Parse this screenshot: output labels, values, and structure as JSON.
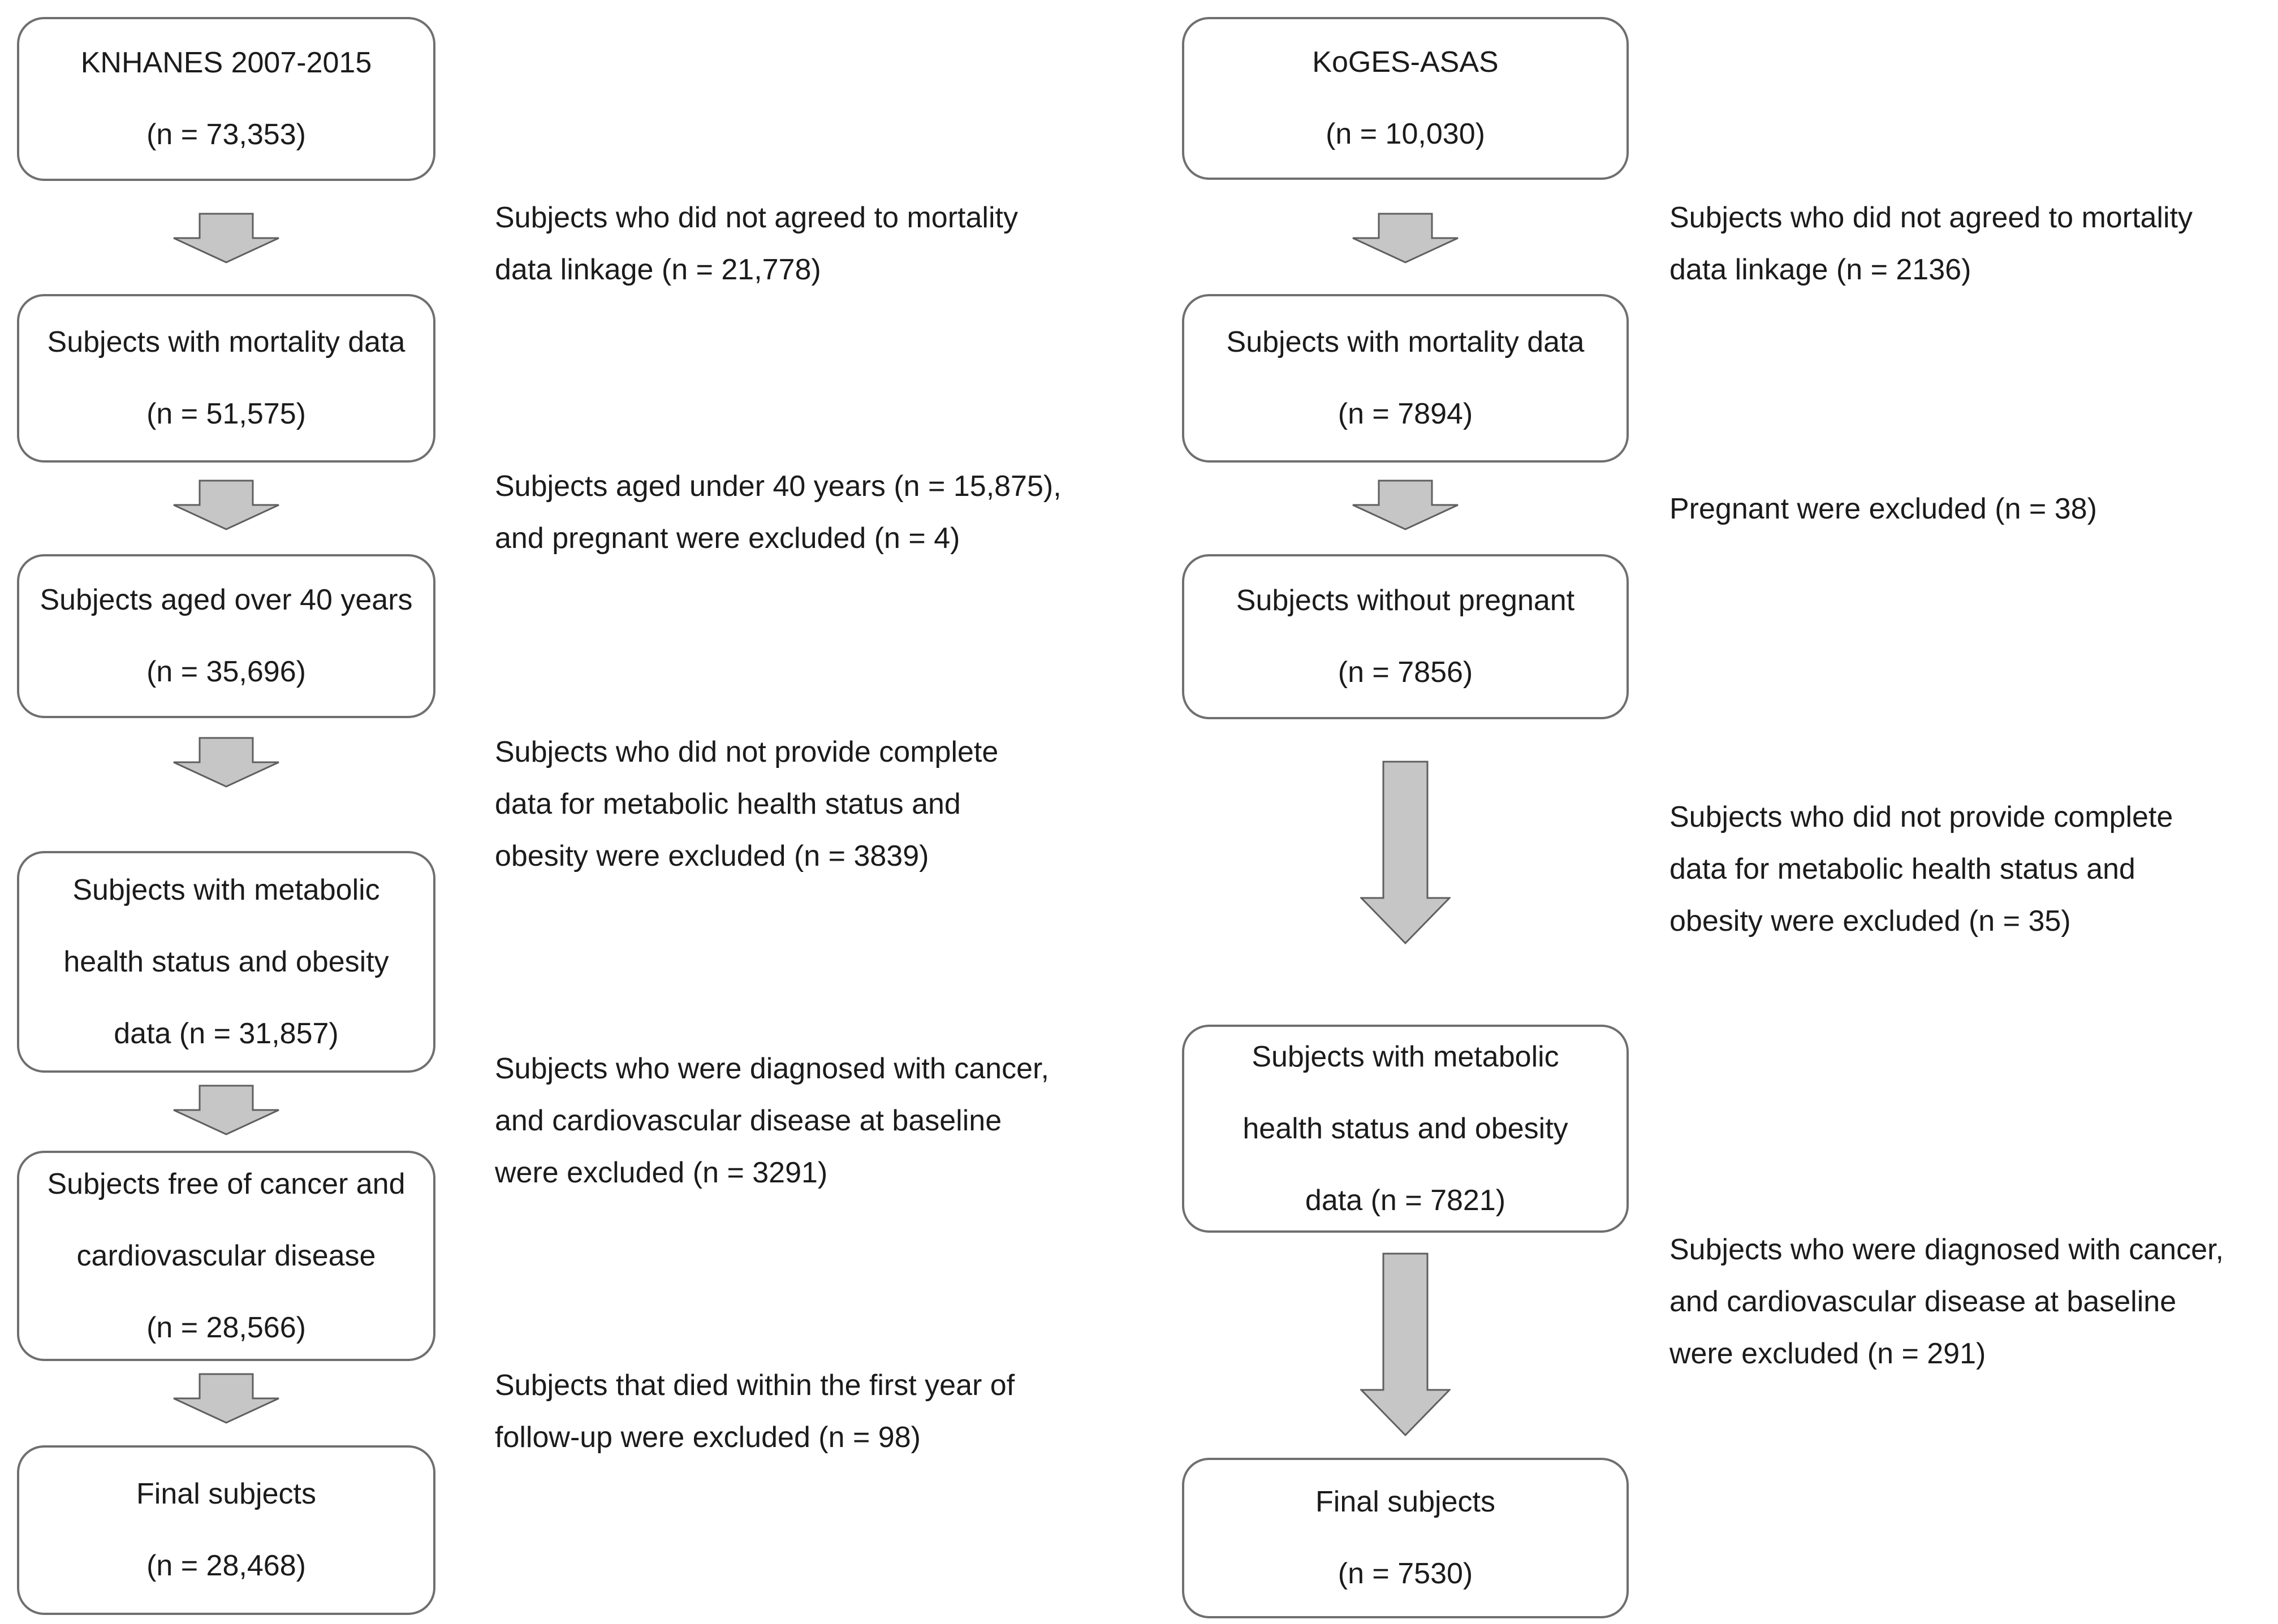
{
  "diagram": {
    "type": "study-flowchart",
    "colors": {
      "box_border": "#6f6f6f",
      "arrow_fill": "#c6c6c6",
      "arrow_border": "#5f5f5f",
      "text": "#1b1b1b",
      "background": "#ffffff"
    },
    "left": {
      "cohort": "KNHANES 2007-2015",
      "boxes": [
        {
          "lines": [
            "KNHANES 2007-2015",
            "(n = 73,353)"
          ]
        },
        {
          "lines": [
            "Subjects with mortality data",
            "(n = 51,575)"
          ]
        },
        {
          "lines": [
            "Subjects aged over 40 years",
            "(n = 35,696)"
          ]
        },
        {
          "lines": [
            "Subjects with metabolic",
            "health status and obesity",
            "data (n = 31,857)"
          ]
        },
        {
          "lines": [
            "Subjects free of cancer and",
            "cardiovascular disease",
            "(n = 28,566)"
          ]
        },
        {
          "lines": [
            "Final subjects",
            "(n = 28,468)"
          ]
        }
      ],
      "notes": [
        {
          "lines": [
            "Subjects who did not agreed to mortality",
            "data linkage (n = 21,778)"
          ]
        },
        {
          "lines": [
            "Subjects aged under 40 years (n = 15,875),",
            "and pregnant were excluded (n = 4)"
          ]
        },
        {
          "lines": [
            "Subjects who did not provide complete",
            "data for metabolic health status and",
            "obesity were excluded (n = 3839)"
          ]
        },
        {
          "lines": [
            "Subjects who were diagnosed with cancer,",
            "and cardiovascular disease at baseline",
            "were excluded (n = 3291)"
          ]
        },
        {
          "lines": [
            "Subjects that died within the first year of",
            "follow-up were excluded (n = 98)"
          ]
        }
      ]
    },
    "right": {
      "cohort": "KoGES-ASAS",
      "boxes": [
        {
          "lines": [
            "KoGES-ASAS",
            "(n = 10,030)"
          ]
        },
        {
          "lines": [
            "Subjects with mortality data",
            "(n = 7894)"
          ]
        },
        {
          "lines": [
            "Subjects without pregnant",
            "(n = 7856)"
          ]
        },
        {
          "lines": [
            "Subjects with metabolic",
            "health status and obesity",
            "data (n = 7821)"
          ]
        },
        {
          "lines": [
            "Final subjects",
            "(n = 7530)"
          ]
        }
      ],
      "notes": [
        {
          "lines": [
            "Subjects who did not agreed to mortality",
            "data linkage (n = 2136)"
          ]
        },
        {
          "lines": [
            "Pregnant were excluded (n = 38)"
          ]
        },
        {
          "lines": [
            "Subjects who did not provide complete",
            "data for metabolic health status and",
            "obesity were excluded (n = 35)"
          ]
        },
        {
          "lines": [
            "Subjects who were diagnosed with cancer,",
            "and cardiovascular disease at baseline",
            "were excluded (n = 291)"
          ]
        }
      ]
    }
  }
}
